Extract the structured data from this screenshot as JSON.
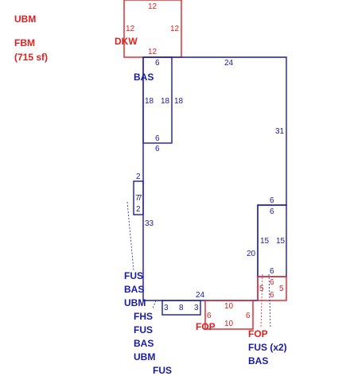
{
  "header": {
    "ubm": "UBM",
    "fbm": "FBM",
    "area": "(715 sf)"
  },
  "colors": {
    "red": "#e02020",
    "blue": "#1a1aa8"
  },
  "dkw": {
    "label": "DKW",
    "top": "12",
    "left": "12",
    "right": "12",
    "bottom": "12"
  },
  "main": {
    "top": "24",
    "right": "31",
    "left_lower": "33",
    "right_lower": "20",
    "bottom": "24"
  },
  "bas_area": {
    "label": "BAS",
    "top": "6",
    "left": "18",
    "mid": "18",
    "right": "18",
    "inner_bottom": "6",
    "bottom": "6"
  },
  "notch": {
    "top": "2",
    "side": "7",
    "side2": "7",
    "bottom": "2"
  },
  "right_box": {
    "top": "6",
    "top2": "6",
    "left": "15",
    "right": "15",
    "bottom": "6"
  },
  "fop_small": {
    "left": "5",
    "top": "6",
    "right": "5",
    "bottom": "6"
  },
  "bottom_box": {
    "left": "3",
    "mid": "8",
    "right": "3"
  },
  "fop_bottom": {
    "top": "10",
    "left": "6",
    "right": "6",
    "bottom": "10"
  },
  "labels": {
    "left_stack": [
      "FUS",
      "BAS",
      "UBM",
      "FHS",
      "FUS",
      "BAS",
      "UBM",
      "FUS"
    ],
    "fop_bottom": "FOP",
    "fop_right": "FOP",
    "fus_x2": "FUS (x2)",
    "bas_right": "BAS"
  }
}
